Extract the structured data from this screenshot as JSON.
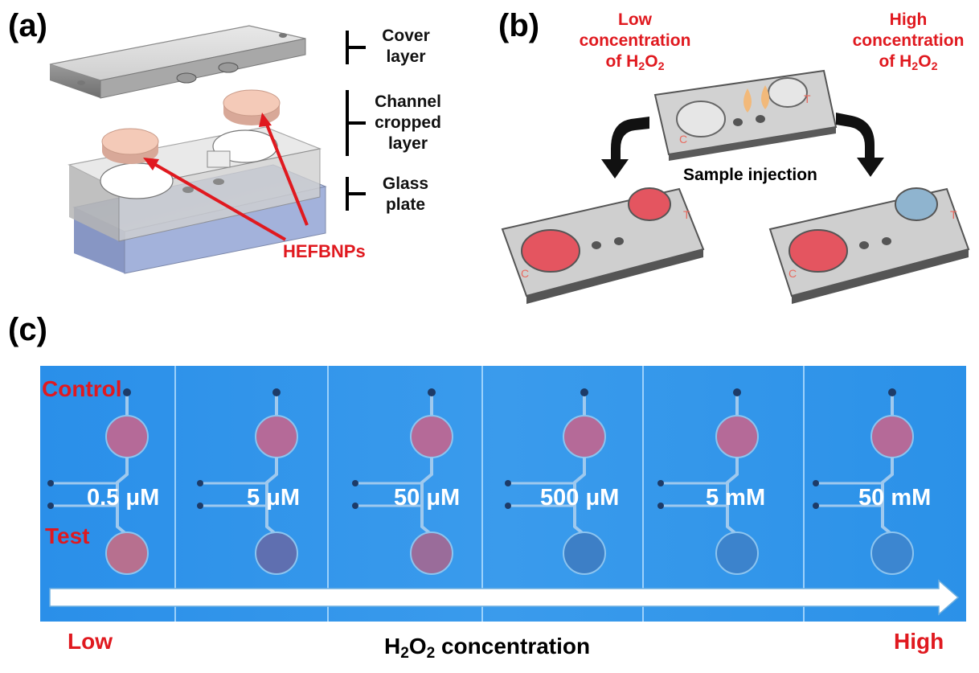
{
  "panel_a": {
    "label": "(a)",
    "layers": [
      {
        "line1": "Cover",
        "line2": "layer",
        "line3": ""
      },
      {
        "line1": "Channel",
        "line2": "cropped",
        "line3": "layer"
      },
      {
        "line1": "Glass",
        "line2": "plate",
        "line3": ""
      }
    ],
    "nanoparticle_label": "HEFBNPs"
  },
  "panel_b": {
    "label": "(b)",
    "low": {
      "line1": "Low",
      "line2": "concentration",
      "line3_prefix": "of H",
      "sub": "2",
      "mid": "O",
      "sub2": "2"
    },
    "high": {
      "line1": "High",
      "line2": "concentration",
      "line3_prefix": "of H",
      "sub": "2",
      "mid": "O",
      "sub2": "2"
    },
    "action": "Sample injection",
    "zone_control": "C",
    "zone_test": "T"
  },
  "panel_c": {
    "label": "(c)",
    "control_label": "Control",
    "test_label": "Test",
    "concentrations": [
      "0.5 μM",
      "5 μM",
      "50 μM",
      "500 μM",
      "5 mM",
      "50 mM"
    ],
    "low_label": "Low",
    "high_label": "High",
    "axis_prefix": "H",
    "axis_sub1": "2",
    "axis_mid": "O",
    "axis_sub2": "2",
    "axis_suffix": " concentration"
  },
  "colors": {
    "red_text": "#e0191f",
    "chip_blue": "#2b8fe6",
    "control_zone": "#b56a98",
    "nanoparticle": "#f2c4b0",
    "test_zone_red": "#e04a55",
    "test_zone_blue": "#8fb4cf"
  }
}
